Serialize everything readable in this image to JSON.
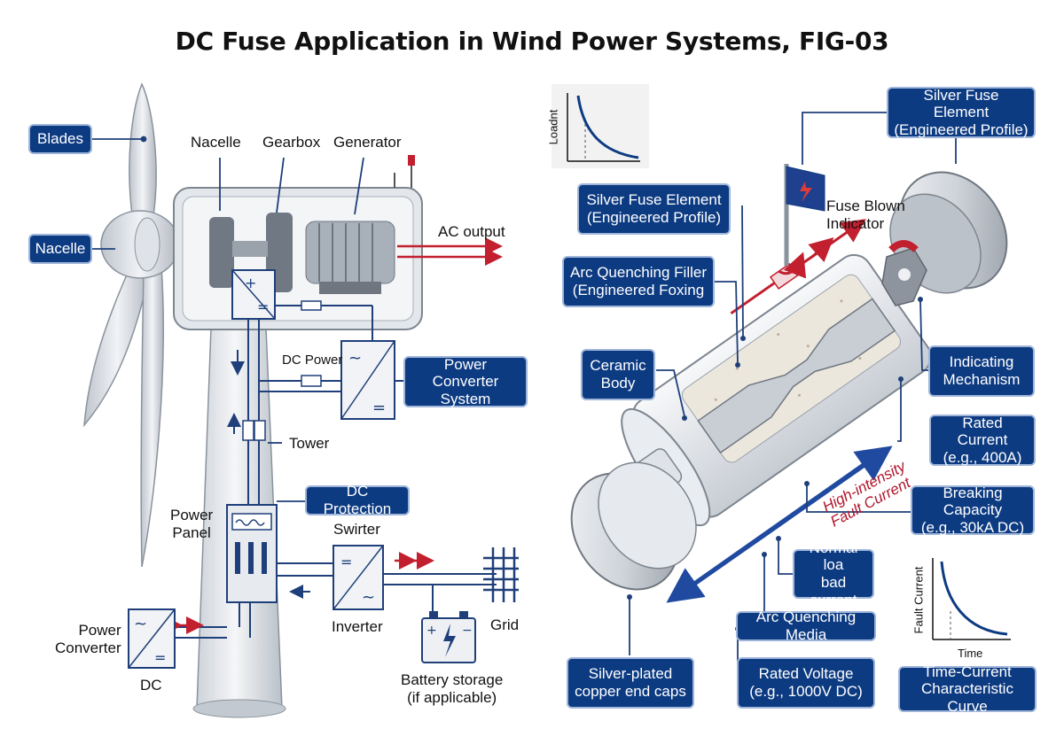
{
  "title": "DC Fuse Application in Wind Power Systems, FIG-03",
  "left_panel": {
    "callouts": {
      "blades": "Blades",
      "nacelle": "Nacelle",
      "power_converter_system": "Power Converter\nSystem",
      "dc_protection": "DC Protection"
    },
    "labels": {
      "nacelle": "Nacelle",
      "gearbox": "Gearbox",
      "generator": "Generator",
      "ac_output": "AC output",
      "dc_power": "DC Power",
      "tower": "Tower",
      "power_panel": "Power\nPanel",
      "swirter": "Swirter",
      "inverter": "Inverter",
      "grid": "Grid",
      "battery_storage": "Battery storage\n(if applicable)",
      "power_converter": "Power\nConverter",
      "dc": "DC"
    }
  },
  "right_panel": {
    "callouts": {
      "silver_fuse_element_top": "Silver Fuse Element\n(Engineered Profile)",
      "silver_fuse_element_mid": "Silver Fuse Element\n(Engineered Profile)",
      "arc_quenching_filler": "Arc Quenching Filler\n(Engineered Foxing",
      "ceramic_body": "Ceramic\nBody",
      "indicating_mechanism": "Indicating\nMechanism",
      "rated_current": "Rated Current\n(e.g., 400A)",
      "breaking_capacity": "Breaking Capacity\n(e.g., 30kA DC)",
      "normal_load": "Normal loa\nbad current",
      "arc_quenching_media": "Arc Quenching Media",
      "silver_plated_caps": "Silver-plated\ncopper end caps",
      "rated_voltage": "Rated Voltage\n(e.g., 1000V DC)",
      "time_current_curve": "Time-Current\nCharacteristic Curve"
    },
    "labels": {
      "fuse_blown_indicator": "Fuse Blown\nIndicator",
      "high_intensity": "High-intensity\nFault Current"
    },
    "mini_chart_top": {
      "ylabel": "Loadnt"
    },
    "mini_chart_bottom": {
      "ylabel": "Fault Current",
      "xlabel": "Time"
    }
  },
  "colors": {
    "navy": "#0d3b82",
    "line_blue": "#1f3f7a",
    "arrow_red": "#c21f2f",
    "metal": "#d9dde3"
  }
}
